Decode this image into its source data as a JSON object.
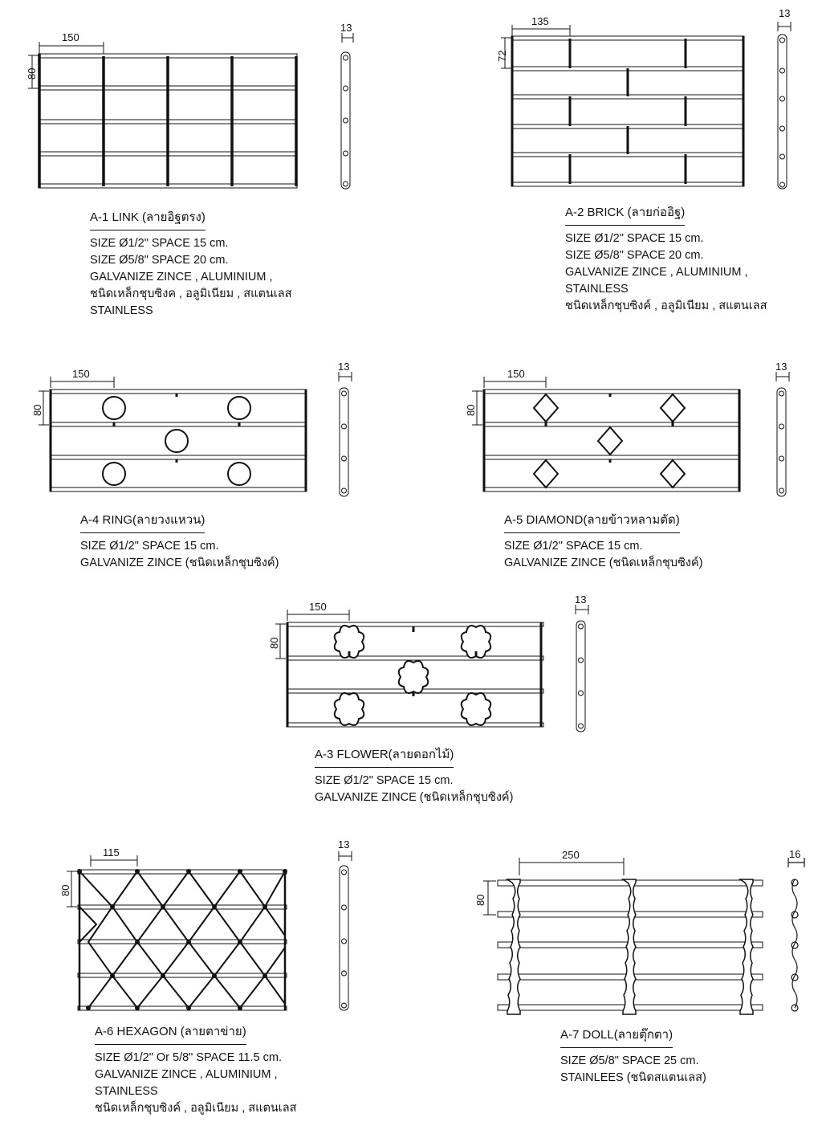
{
  "panels": {
    "a1": {
      "title": "A-1 LINK (ลายอิฐตรง)",
      "dim_h": "150",
      "dim_v": "80",
      "dim_side": "13",
      "lines": [
        "SIZE Ø1/2\" SPACE 15 cm.",
        "SIZE Ø5/8\" SPACE 20 cm.",
        "GALVANIZE ZINCE , ALUMINIUM ,",
        "ชนิดเหล็กชุบซิงค , อลูมิเนียม , สแตนเลส",
        "STAINLESS"
      ]
    },
    "a2": {
      "title": "A-2 BRICK (ลายก่ออิฐ)",
      "dim_h": "135",
      "dim_v": "72",
      "dim_side": "13",
      "lines": [
        "SIZE Ø1/2\" SPACE 15 cm.",
        "SIZE Ø5/8\" SPACE 20 cm.",
        "GALVANIZE ZINCE , ALUMINIUM ,",
        "STAINLESS",
        "ชนิดเหล็กชุบซิงค์ , อลูมิเนียม , สแตนเลส"
      ]
    },
    "a4": {
      "title": "A-4 RING(ลายวงแหวน)",
      "dim_h": "150",
      "dim_v": "80",
      "dim_side": "13",
      "lines": [
        "SIZE Ø1/2\" SPACE 15 cm.",
        "GALVANIZE ZINCE (ชนิดเหล็กชุบซิงค์)"
      ]
    },
    "a5": {
      "title": "A-5 DIAMOND(ลายข้าวหลามตัด)",
      "dim_h": "150",
      "dim_v": "80",
      "dim_side": "13",
      "lines": [
        "SIZE Ø1/2\" SPACE 15 cm.",
        "GALVANIZE ZINCE (ชนิดเหล็กชุบซิงค์)"
      ]
    },
    "a3": {
      "title": "A-3 FLOWER(ลายดอกไม้)",
      "dim_h": "150",
      "dim_v": "80",
      "dim_side": "13",
      "lines": [
        "SIZE Ø1/2\" SPACE 15 cm.",
        "GALVANIZE ZINCE (ชนิดเหล็กชุบซิงค์)"
      ]
    },
    "a6": {
      "title": "A-6 HEXAGON (ลายตาข่าย)",
      "dim_h": "115",
      "dim_v": "80",
      "dim_side": "13",
      "lines": [
        "SIZE Ø1/2\" Or 5/8\" SPACE 11.5 cm.",
        "GALVANIZE ZINCE , ALUMINIUM ,",
        "STAINLESS",
        "ชนิดเหล็กชุบซิงค์ , อลูมิเนียม , สแตนเลส"
      ]
    },
    "a7": {
      "title": "A-7 DOLL(ลายตุ๊กตา)",
      "dim_h": "250",
      "dim_v": "80",
      "dim_side": "16",
      "lines": [
        "SIZE Ø5/8\" SPACE 25 cm.",
        "STAINLEES (ชนิดสแตนเลส)"
      ]
    }
  }
}
